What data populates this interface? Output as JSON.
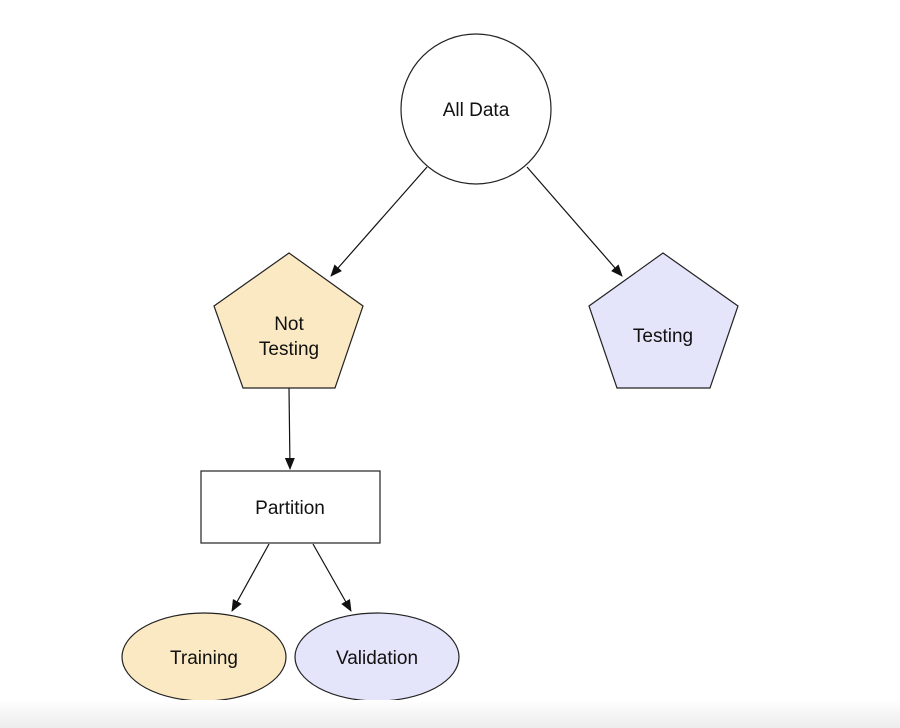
{
  "nodes": {
    "all_data": {
      "label": "All Data"
    },
    "not_testing": {
      "label_line1": "Not",
      "label_line2": "Testing"
    },
    "testing": {
      "label": "Testing"
    },
    "partition": {
      "label": "Partition"
    },
    "training": {
      "label": "Training"
    },
    "validation": {
      "label": "Validation"
    }
  },
  "colors": {
    "not_testing_fill": "#fbe9c3",
    "testing_fill": "#e4e4fa",
    "training_fill": "#fbe9c3",
    "validation_fill": "#e4e4fa",
    "default_fill": "#ffffff"
  },
  "edges": [
    {
      "from": "all_data",
      "to": "not_testing"
    },
    {
      "from": "all_data",
      "to": "testing"
    },
    {
      "from": "not_testing",
      "to": "partition"
    },
    {
      "from": "partition",
      "to": "training"
    },
    {
      "from": "partition",
      "to": "validation"
    }
  ]
}
